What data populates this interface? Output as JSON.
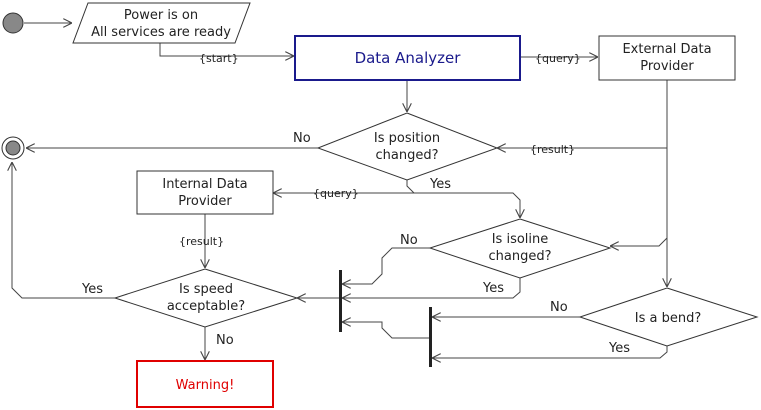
{
  "colors": {
    "analyzer_border": "#1a1a8c",
    "analyzer_text": "#1a1a8c",
    "warning_border": "#e00000",
    "warning_text": "#e00000",
    "node_fill": "#ffffff",
    "start_fill": "#888888"
  },
  "nodes": {
    "power_line1": "Power is on",
    "power_line2": "All services are ready",
    "analyzer": "Data Analyzer",
    "external_line1": "External Data",
    "external_line2": "Provider",
    "internal_line1": "Internal Data",
    "internal_line2": "Provider",
    "position_line1": "Is position",
    "position_line2": "changed?",
    "isoline_line1": "Is isoline",
    "isoline_line2": "changed?",
    "speed_line1": "Is speed",
    "speed_line2": "acceptable?",
    "bend": "Is a bend?",
    "warning": "Warning!"
  },
  "edge_labels": {
    "start": "{start}",
    "query_external": "{query}",
    "result_external": "{result}",
    "position_no": "No",
    "position_yes": "Yes",
    "query_internal": "{query}",
    "result_internal": "{result}",
    "isoline_no": "No",
    "isoline_yes": "Yes",
    "speed_yes": "Yes",
    "speed_no": "No",
    "bend_no": "No",
    "bend_yes": "Yes"
  }
}
